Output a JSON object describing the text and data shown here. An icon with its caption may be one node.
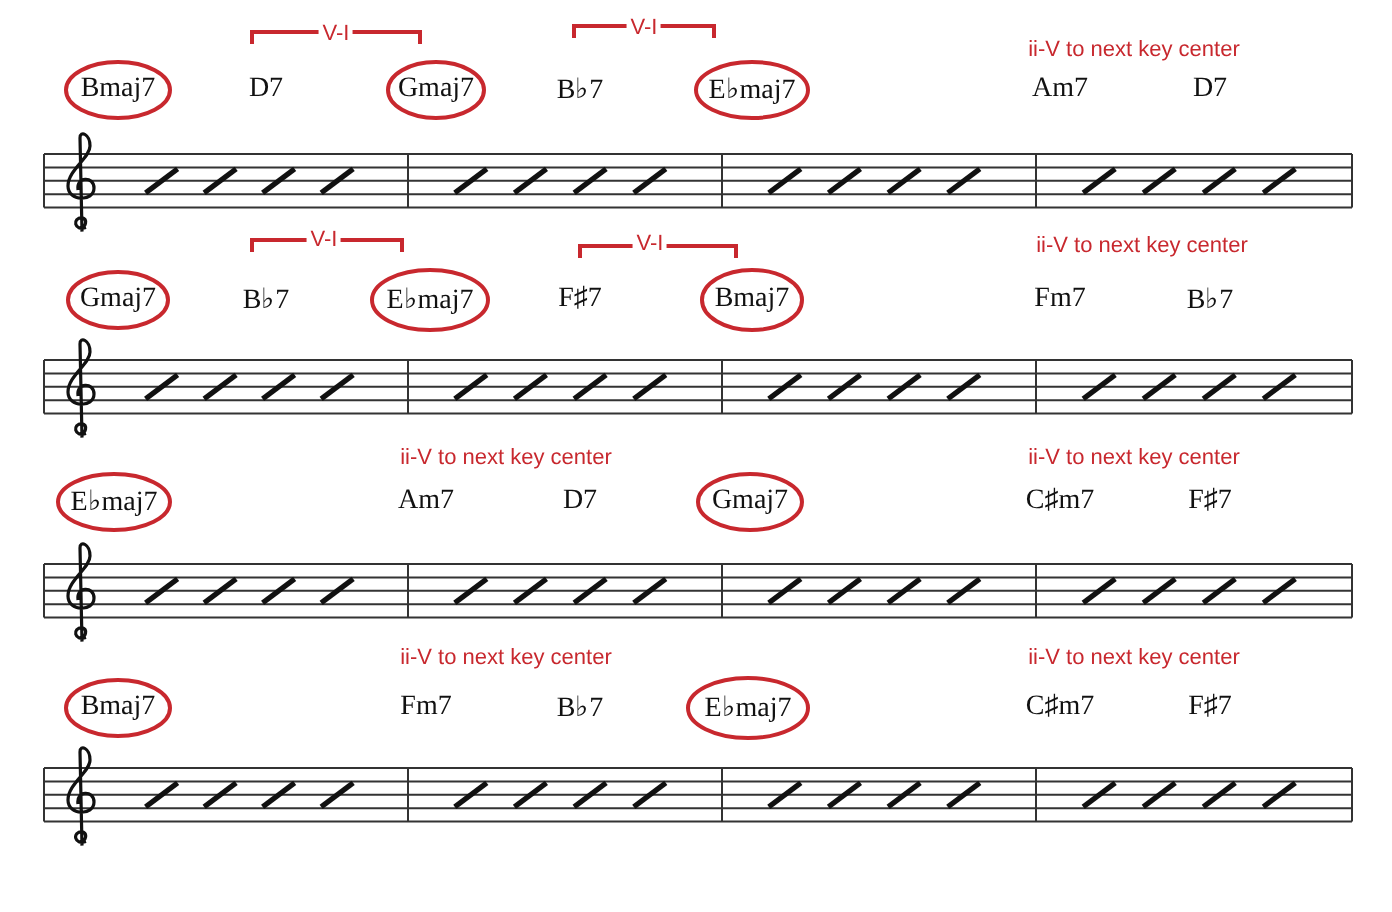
{
  "diagram": {
    "nodes": [
      {
        "text": [
          "Bmaj7"
        ]
      },
      {
        "text": [
          "Gmaj7"
        ]
      },
      {
        "text": [
          "E♭maj7"
        ]
      },
      {
        "text": [
          "Gmaj7"
        ]
      },
      {
        "text": [
          "E♭maj7"
        ]
      },
      {
        "text": [
          "Bmaj7"
        ]
      },
      {
        "text": [
          "E♭maj7"
        ]
      },
      {
        "text": [
          "Gmaj7"
        ]
      },
      {
        "text": [
          "Bmaj7"
        ]
      },
      {
        "text": [
          "E♭maj7"
        ]
      }
    ],
    "labels": [
      "V-I",
      "V-I",
      "ii-V to next key center",
      "D7",
      "B♭7",
      "Am7",
      "D7",
      "V-I",
      "V-I",
      "ii-V to next key center",
      "B♭7",
      "F♯7",
      "Fm7",
      "B♭7",
      "ii-V to next key center",
      "ii-V to next key center",
      "Am7",
      "D7",
      "C♯m7",
      "F♯7",
      "ii-V to next key center",
      "ii-V to next key center",
      "Fm7",
      "B♭7",
      "C♯m7",
      "F♯7"
    ]
  }
}
